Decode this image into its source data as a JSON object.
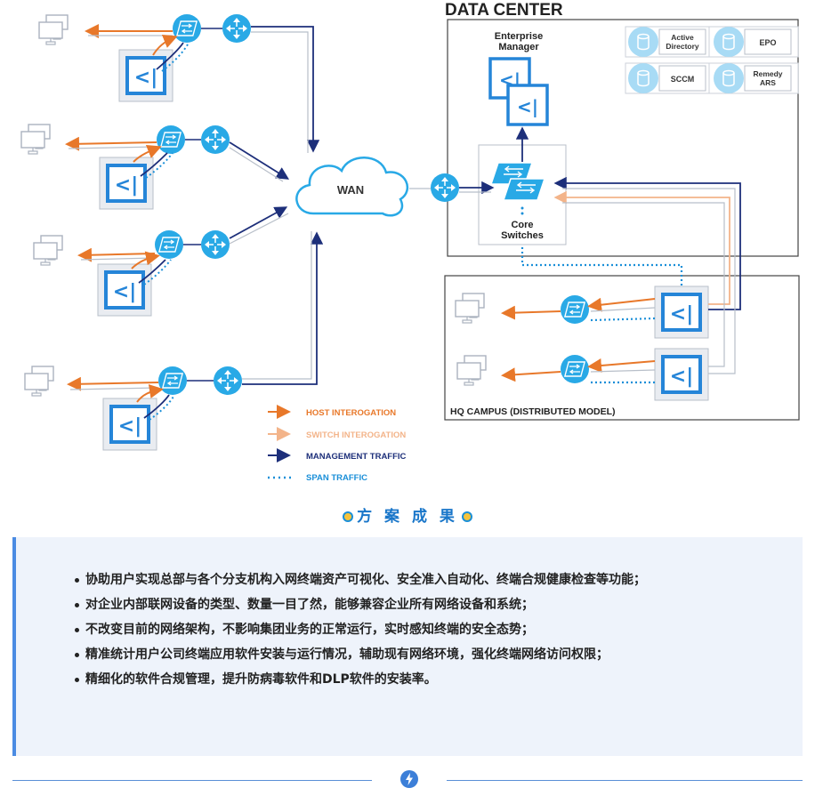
{
  "diagram": {
    "data_center_title": "DATA CENTER",
    "enterprise_manager": [
      "Enterprise",
      "Manager"
    ],
    "core_switches": [
      "Core",
      "Switches"
    ],
    "wan": "WAN",
    "hq_campus": "HQ CAMPUS (DISTRIBUTED MODEL)",
    "servers": {
      "active_directory": [
        "Active",
        "Directory"
      ],
      "epo": "EPO",
      "sccm": "SCCM",
      "remedy": [
        "Remedy",
        "ARS"
      ]
    },
    "appliance_glyph": "<|",
    "legend": [
      {
        "label": "HOST INTEROGATION",
        "color": "#e8782a",
        "style": "arrow"
      },
      {
        "label": "SWITCH INTEROGATION",
        "color": "#f3b48a",
        "style": "arrow"
      },
      {
        "label": "MANAGEMENT TRAFFIC",
        "color": "#1d2f7a",
        "style": "arrow"
      },
      {
        "label": "SPAN TRAFFIC",
        "color": "#1a8fd8",
        "style": "dotted"
      }
    ],
    "colors": {
      "host": "#e8782a",
      "switch": "#f3b48a",
      "mgmt": "#1d2f7a",
      "span": "#1a8fd8",
      "device": "#29a9e6",
      "appliance": "#2585d8"
    },
    "icons": [
      "monitor-icon",
      "switch-icon",
      "router-icon",
      "appliance-icon",
      "database-icon",
      "cloud-icon"
    ]
  },
  "results": {
    "title": "方 案 成 果",
    "items": [
      "协助用户实现总部与各个分支机构入网终端资产可视化、安全准入自动化、终端合规健康检查等功能；",
      "对企业内部联网设备的类型、数量一目了然，能够兼容企业所有网络设备和系统；",
      "不改变目前的网络架构，不影响集团业务的正常运行，实时感知终端的安全态势；",
      "精准统计用户公司终端应用软件安装与运行情况，辅助现有网络环境，强化终端网络访问权限；",
      "精细化的软件合规管理，提升防病毒软件和DLP软件的安装率。"
    ]
  }
}
